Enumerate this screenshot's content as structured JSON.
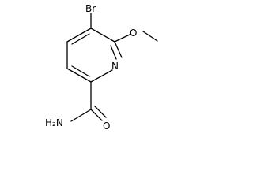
{
  "molecule": {
    "labels": {
      "bromine": "Br",
      "ring_nitrogen": "N",
      "ether_oxygen": "O",
      "carbonyl_oxygen": "O",
      "amide_nitrogen": "H₂N"
    }
  },
  "colors": {
    "bond": "#000000",
    "text": "#000000",
    "background": "#ffffff"
  }
}
